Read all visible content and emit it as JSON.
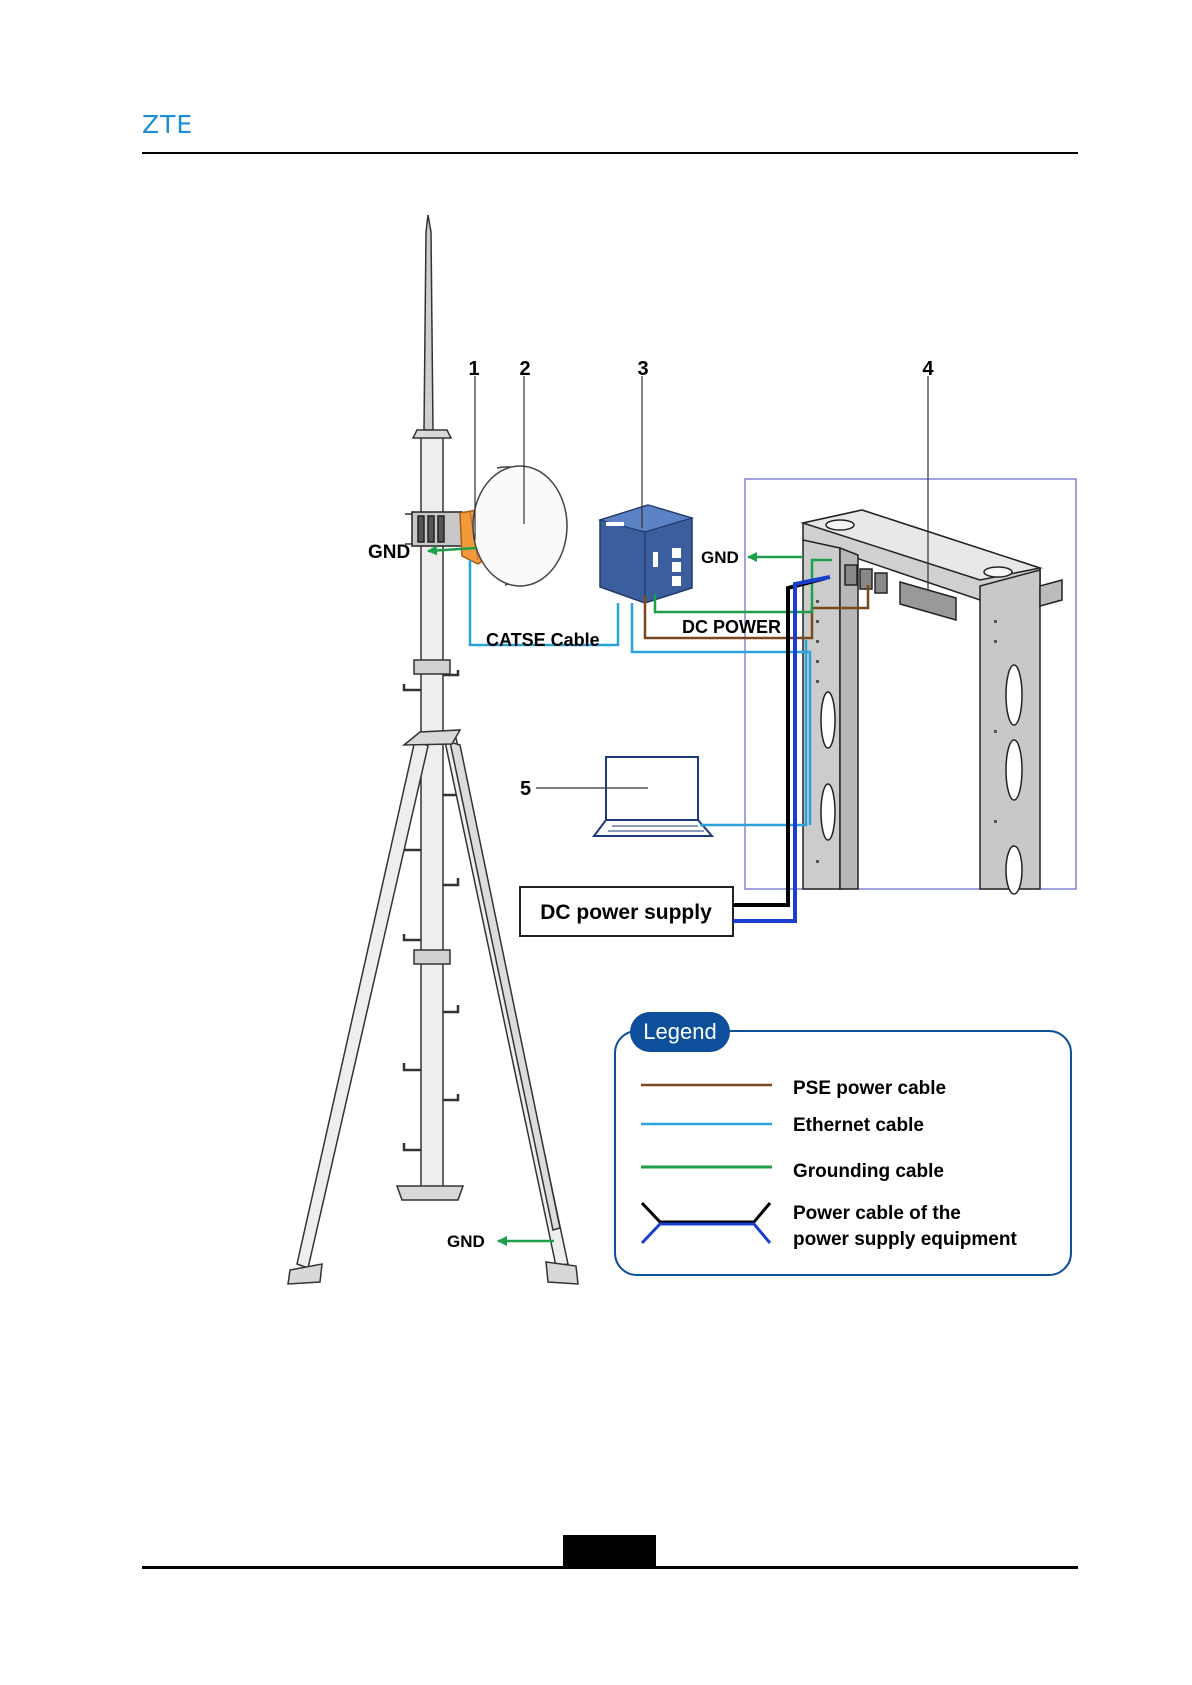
{
  "header": {
    "logo_text": "ZTE"
  },
  "diagram": {
    "callouts": [
      "1",
      "2",
      "3",
      "4",
      "5"
    ],
    "labels": {
      "gnd_antenna": "GND",
      "gnd_idu": "GND",
      "gnd_base": "GND",
      "catse": "CATSE Cable",
      "dc_power": "DC POWER",
      "dc_supply": "DC power supply"
    }
  },
  "legend": {
    "title": "Legend",
    "items": [
      {
        "label_lines": [
          "PSE power cable"
        ],
        "color": "#7a4a1e"
      },
      {
        "label_lines": [
          "Ethernet cable"
        ],
        "color": "#2aa3dc"
      },
      {
        "label_lines": [
          "Grounding cable"
        ],
        "color": "#1ea04a"
      },
      {
        "label_lines": [
          "Power cable of the",
          "power supply equipment"
        ],
        "color": "#000000",
        "color2": "#1a3fcf"
      }
    ]
  },
  "colors": {
    "brand": "#1a8fd6",
    "pse": "#7a4a1e",
    "ethernet": "#2aa3dc",
    "ground": "#1ea04a",
    "power_black": "#000000",
    "power_blue": "#1a3fcf",
    "idu": "#3b5f9e",
    "odu": "#f09a3c",
    "legend_badge": "#0d4f9b"
  }
}
